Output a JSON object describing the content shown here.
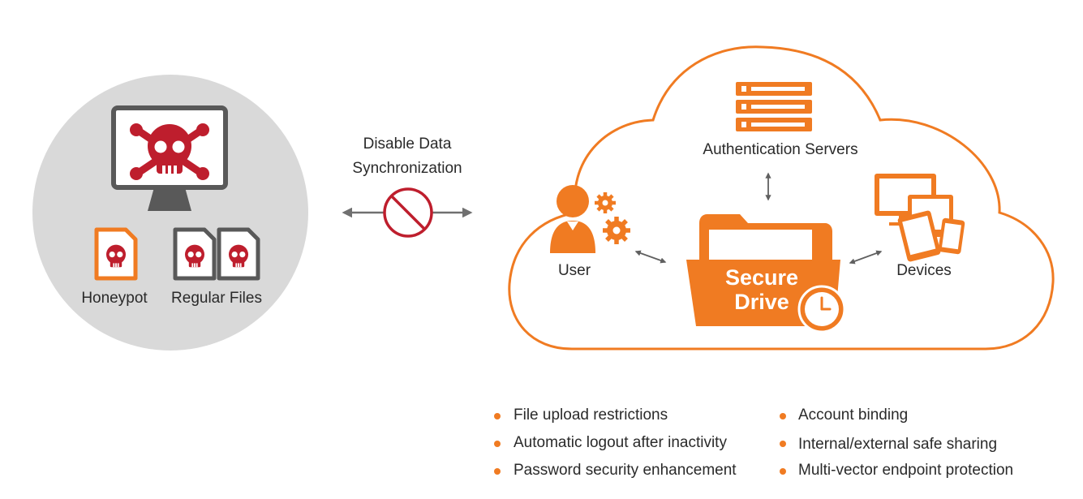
{
  "colors": {
    "accent": "#f07b22",
    "danger": "#be1e2d",
    "gray": "#707070",
    "circle": "#d9d9d9"
  },
  "left": {
    "honeypot_label": "Honeypot",
    "regular_label": "Regular Files"
  },
  "middle": {
    "line1": "Disable Data",
    "line2": "Synchronization"
  },
  "cloud": {
    "auth_label": "Authentication Servers",
    "user_label": "User",
    "devices_label": "Devices",
    "drive_line1": "Secure",
    "drive_line2": "Drive"
  },
  "features": {
    "left": [
      "File upload restrictions",
      "Automatic logout after inactivity",
      "Password security enhancement"
    ],
    "right": [
      "Account binding",
      "Internal/external safe sharing",
      "Multi-vector endpoint protection"
    ]
  },
  "icons": [
    "skull-icon",
    "monitor-icon",
    "server-icon",
    "user-icon",
    "gear-icon",
    "folder-icon",
    "clock-icon",
    "devices-icon",
    "no-sync-icon"
  ]
}
